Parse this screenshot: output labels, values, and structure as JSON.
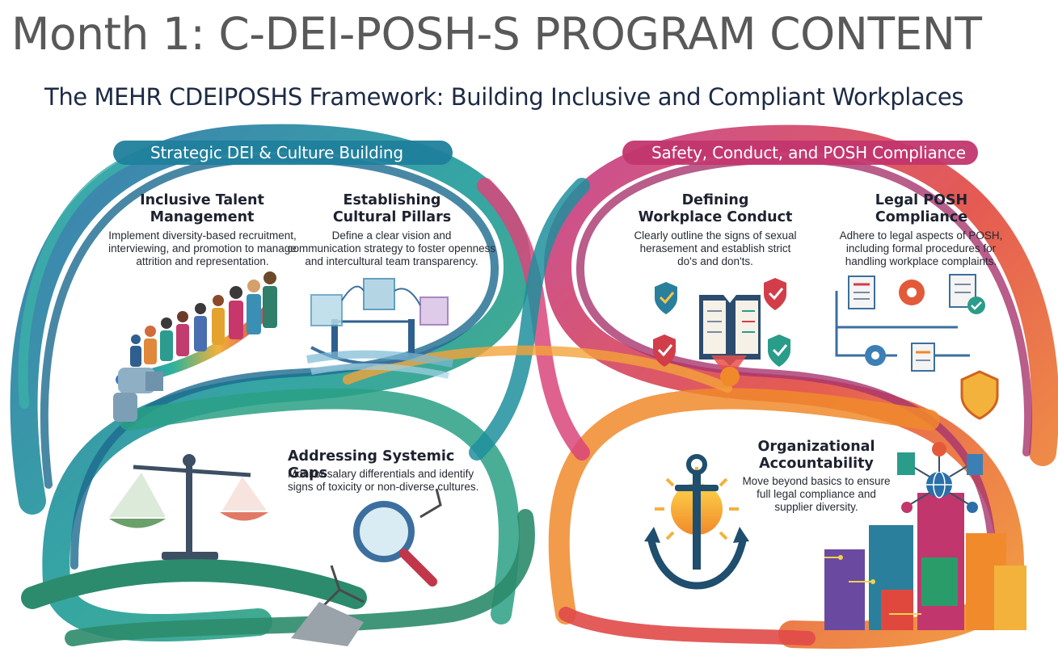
{
  "header": {
    "title": "Month  1: C-DEI-POSH-S PROGRAM CONTENT",
    "subtitle": "The MEHR CDEIPOSHS Framework: Building Inclusive and Compliant Workplaces"
  },
  "colors": {
    "left_band": "#1f8f9c",
    "right_band": "#d23d6a",
    "accent_orange": "#f08a2b",
    "title_gray": "#595959",
    "heading_navy": "#1c2a45"
  },
  "bands": {
    "left_label": "Strategic DEI & Culture Building",
    "right_label": "Safety, Conduct, and POSH Compliance"
  },
  "sections": {
    "talent": {
      "title": "Inclusive Talent\nManagement",
      "desc": "Implement diversity-based recruitment,\ninterviewing, and promotion to manage\nattrition and representation."
    },
    "pillars": {
      "title": "Establishing\nCultural Pillars",
      "desc": "Define a clear vision and\ncommunication strategy to foster openness\nand intercultural team transparency."
    },
    "gaps": {
      "title": "Addressing Systemic Gaps",
      "desc": "Monitor salary differentials and identify\nsigns of toxicity or non-diverse cultures."
    },
    "conduct": {
      "title": "Defining\nWorkplace Conduct",
      "desc": "Clearly outline the signs of sexual\nherasement and establish strict\ndo's and don'ts."
    },
    "legal": {
      "title": "Legal POSH\nCompliance",
      "desc": "Adhere to legal aspects of POSH,\nincluding formal procedures for\nhandling workplace complaints."
    },
    "accountability": {
      "title": "Organizational\nAccountability",
      "desc": "Move beyond basics to ensure\nfull legal compliance and\nsupplier diversity."
    }
  },
  "icons": [
    "people-row-icon",
    "pipe-icon",
    "bridge-icon",
    "cube-network-icon",
    "scale-icon",
    "magnifier-icon",
    "shield-check-icon",
    "rulebook-icon",
    "document-flow-icon",
    "gear-icon",
    "anchor-icon",
    "sun-icon",
    "building-blocks-icon",
    "globe-network-icon"
  ]
}
